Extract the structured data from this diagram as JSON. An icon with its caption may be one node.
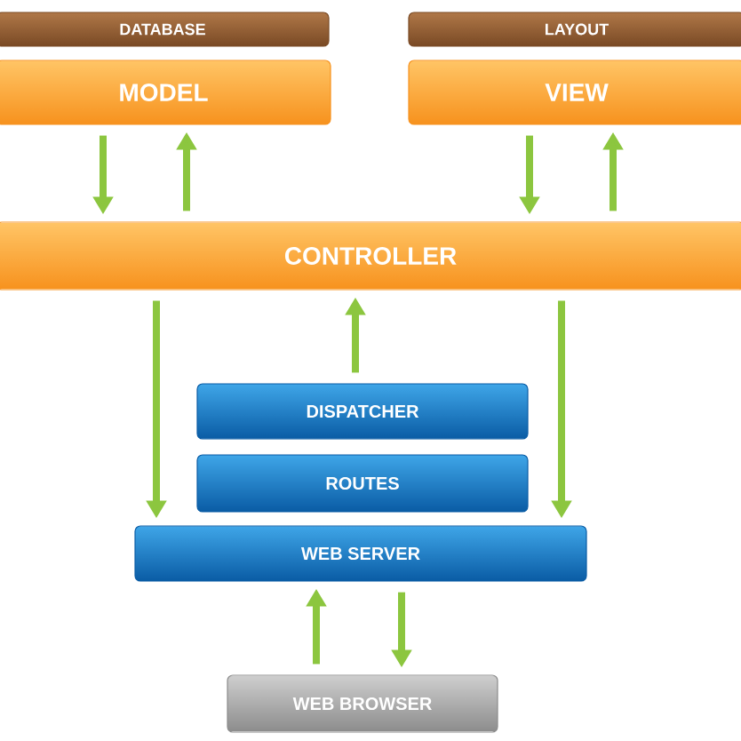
{
  "diagram": {
    "nodes": [
      {
        "text": [
          "DATABASE"
        ]
      },
      {
        "text": [
          "LAYOUT"
        ]
      },
      {
        "text": [
          "MODEL"
        ]
      },
      {
        "text": [
          "VIEW"
        ]
      },
      {
        "text": [
          "CONTROLLER"
        ]
      },
      {
        "text": [
          "DISPATCHER"
        ]
      },
      {
        "text": [
          "ROUTES"
        ]
      },
      {
        "text": [
          "WEB SERVER"
        ]
      },
      {
        "text": [
          "WEB BROWSER"
        ]
      }
    ],
    "edges": [
      {
        "from": 2,
        "to": 4,
        "arrow": "to"
      },
      {
        "from": 4,
        "to": 2,
        "arrow": "to"
      },
      {
        "from": 3,
        "to": 4,
        "arrow": "to"
      },
      {
        "from": 4,
        "to": 3,
        "arrow": "to"
      },
      {
        "from": 4,
        "to": 7,
        "arrow": "to"
      },
      {
        "from": 5,
        "to": 4,
        "arrow": "to"
      },
      {
        "from": 4,
        "to": 7,
        "arrow": "to"
      },
      {
        "from": 8,
        "to": 7,
        "arrow": "to"
      },
      {
        "from": 7,
        "to": 8,
        "arrow": "to"
      }
    ]
  }
}
